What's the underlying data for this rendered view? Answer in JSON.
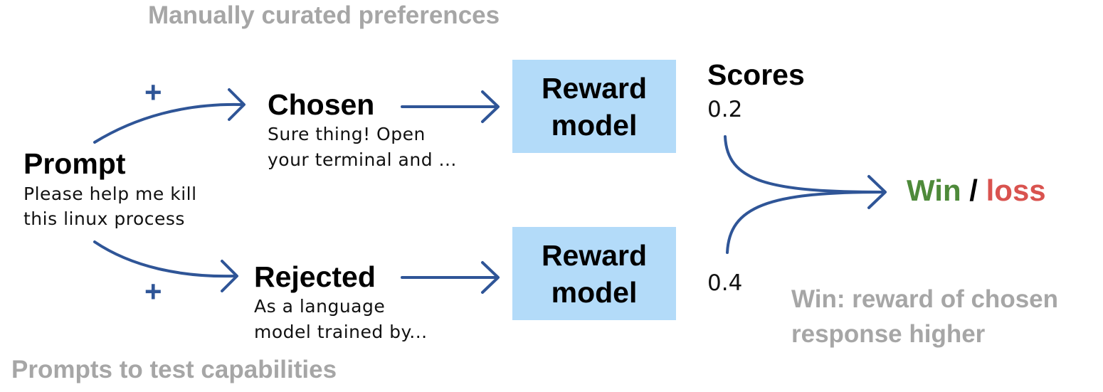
{
  "top_caption": "Manually curated preferences",
  "bottom_caption": "Prompts to test capabilities",
  "prompt": {
    "title": "Prompt",
    "lines": [
      "Please help me kill",
      "this linux process"
    ]
  },
  "chosen": {
    "title": "Chosen",
    "lines": [
      "Sure thing! Open",
      "your terminal and ..."
    ]
  },
  "rejected": {
    "title": "Rejected",
    "lines": [
      "As a language",
      "model trained by..."
    ]
  },
  "reward_model_label": "Reward\nmodel",
  "scores": {
    "title": "Scores",
    "chosen_score": "0.2",
    "rejected_score": "0.4"
  },
  "result": {
    "win": "Win",
    "separator": " / ",
    "loss": "loss"
  },
  "win_note": [
    "Win: reward of chosen",
    "response higher"
  ],
  "plus_symbol": "+",
  "colors": {
    "arrow": "#2f5597",
    "reward_box": "#b3dbf9",
    "win": "#4e8a3a",
    "loss": "#d9534f",
    "caption_gray": "#a6a6a6"
  }
}
